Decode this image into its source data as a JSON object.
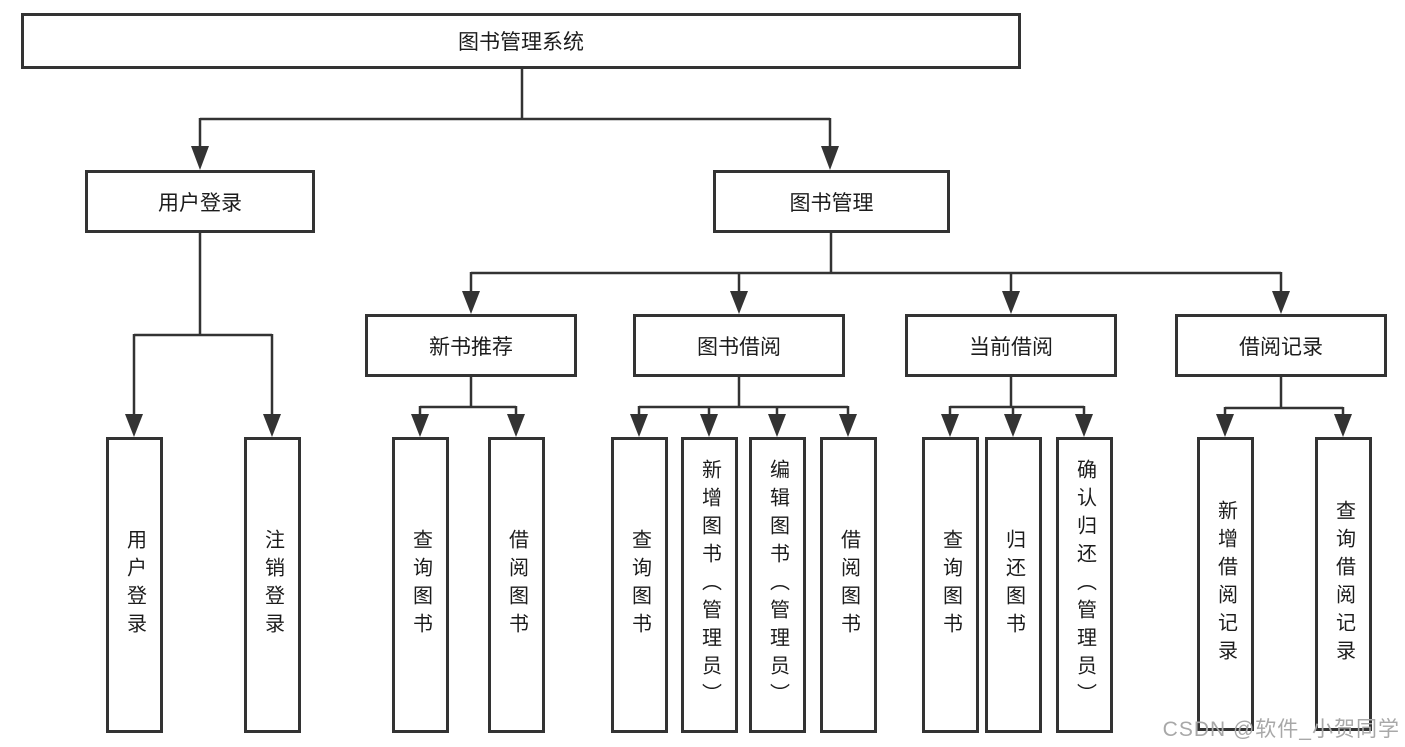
{
  "diagram": {
    "title": "图书管理系统",
    "root": {
      "label": "图书管理系统"
    },
    "level2": [
      {
        "label": "用户登录",
        "parent": "图书管理系统"
      },
      {
        "label": "图书管理",
        "parent": "图书管理系统"
      }
    ],
    "level3": [
      {
        "label": "新书推荐",
        "parent": "图书管理"
      },
      {
        "label": "图书借阅",
        "parent": "图书管理"
      },
      {
        "label": "当前借阅",
        "parent": "图书管理"
      },
      {
        "label": "借阅记录",
        "parent": "图书管理"
      }
    ],
    "leaves": [
      {
        "label": "用户登录",
        "parent": "用户登录"
      },
      {
        "label": "注销登录",
        "parent": "用户登录"
      },
      {
        "label": "查询图书",
        "parent": "新书推荐"
      },
      {
        "label": "借阅图书",
        "parent": "新书推荐"
      },
      {
        "label": "查询图书",
        "parent": "图书借阅"
      },
      {
        "label": "新增图书（管理员）",
        "parent": "图书借阅"
      },
      {
        "label": "编辑图书（管理员）",
        "parent": "图书借阅"
      },
      {
        "label": "借阅图书",
        "parent": "图书借阅"
      },
      {
        "label": "查询图书",
        "parent": "当前借阅"
      },
      {
        "label": "归还图书",
        "parent": "当前借阅"
      },
      {
        "label": "确认归还（管理员）",
        "parent": "当前借阅"
      },
      {
        "label": "新增借阅记录",
        "parent": "借阅记录"
      },
      {
        "label": "查询借阅记录",
        "parent": "借阅记录"
      }
    ]
  },
  "watermark": {
    "text": "CSDN @软件_小贺同学"
  },
  "colors": {
    "line": "#333333",
    "border": "#333333",
    "text": "#1c1c1c",
    "watermark": "#a8a8a8",
    "background": "#ffffff"
  }
}
